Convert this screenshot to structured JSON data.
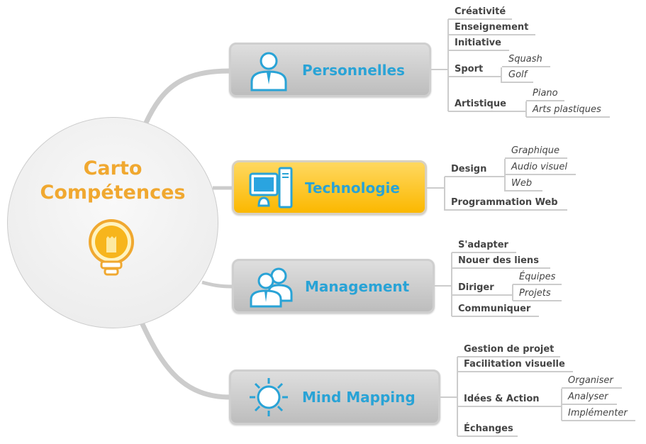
{
  "center": {
    "title_line1": "Carto",
    "title_line2": "Compétences",
    "icon": "lightbulb-icon"
  },
  "accent": "#29a3d6",
  "center_color": "#f0a830",
  "selected_color": "#fbb800",
  "branches": [
    {
      "label": "Personnelles",
      "icon": "person-icon",
      "items": [
        "Créativité",
        "Enseignement",
        "Initiative",
        "Sport",
        "Squash",
        "Golf",
        "Artistique",
        "Piano",
        "Arts plastiques"
      ]
    },
    {
      "label": "Technologie",
      "icon": "computer-icon",
      "selected": true,
      "items": [
        "Design",
        "Graphique",
        "Audio visuel",
        "Web",
        "Programmation Web"
      ]
    },
    {
      "label": "Management",
      "icon": "people-icon",
      "items": [
        "S'adapter",
        "Nouer des liens",
        "Diriger",
        "Équipes",
        "Projets",
        "Communiquer"
      ]
    },
    {
      "label": "Mind Mapping",
      "icon": "sun-icon",
      "items": [
        "Gestion de projet",
        "Facilitation visuelle",
        "Idées & Action",
        "Organiser",
        "Analyser",
        "Implémenter",
        "Échanges"
      ]
    }
  ]
}
